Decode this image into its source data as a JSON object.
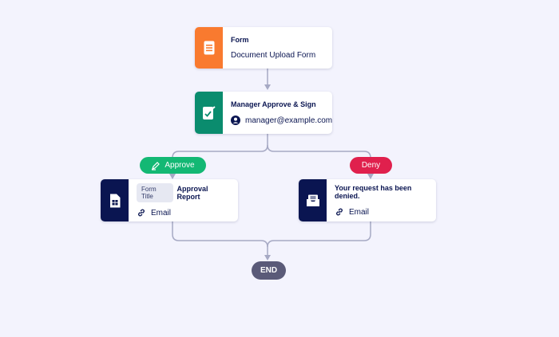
{
  "form_node": {
    "title": "Form",
    "subtitle": "Document Upload Form",
    "color": "#f97a2f",
    "icon": "document-icon"
  },
  "approval_node": {
    "title": "Manager Approve & Sign",
    "assignee": "manager@example.com",
    "color": "#0a8c6e",
    "icon": "approve-sign-icon"
  },
  "approve_branch": {
    "label": "Approve",
    "color": "#13b874"
  },
  "deny_branch": {
    "label": "Deny",
    "color": "#e0204d"
  },
  "approval_report_node": {
    "tag": "Form Title",
    "title": "Approval Report",
    "action": "Email",
    "color": "#0a1551",
    "icon": "report-document-icon"
  },
  "denied_node": {
    "title": "Your request has been denied.",
    "action": "Email",
    "color": "#0a1551",
    "icon": "envelope-icon"
  },
  "end_node": {
    "label": "END",
    "color": "#5a5a78"
  },
  "connector_color": "#a6a9c4"
}
